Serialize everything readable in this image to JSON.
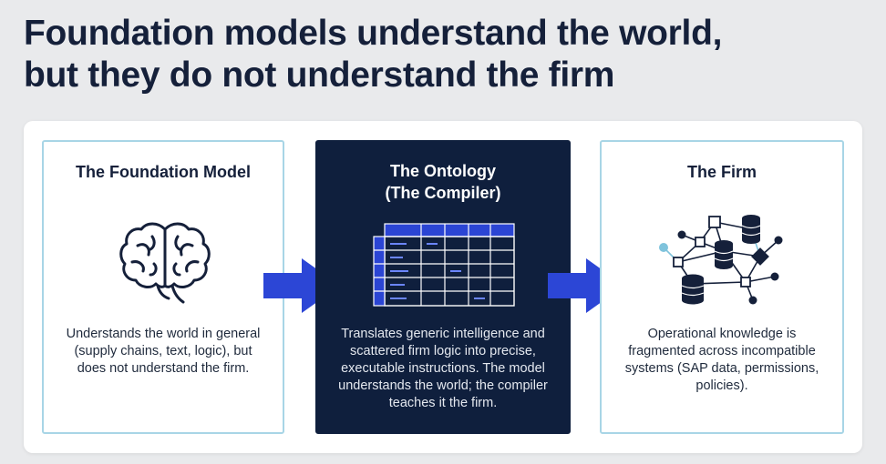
{
  "title": {
    "line1": "Foundation models understand the world,",
    "line2": "but they do not understand the firm"
  },
  "cards": [
    {
      "title": "The Foundation Model",
      "body": "Understands the world in general (supply chains, text, logic), but does not understand the firm.",
      "icon": "brain-icon"
    },
    {
      "title_line1": "The Ontology",
      "title_line2": "(The Compiler)",
      "body": "Translates generic intelligence and scattered firm logic into precise, executable instructions. The model understands the world; the compiler teaches it the firm.",
      "icon": "table-grid-icon"
    },
    {
      "title": "The Firm",
      "body": "Operational knowledge is fragmented across incompatible systems (SAP data, permissions, policies).",
      "icon": "network-icon"
    }
  ],
  "colors": {
    "background": "#e9eaec",
    "title": "#15203a",
    "dark_card": "#0f1f3d",
    "light_card_border": "#a8d5e6",
    "arrow": "#2c46d6",
    "table_header": "#2b45d4",
    "network_light_blue": "#7fc3dc"
  }
}
